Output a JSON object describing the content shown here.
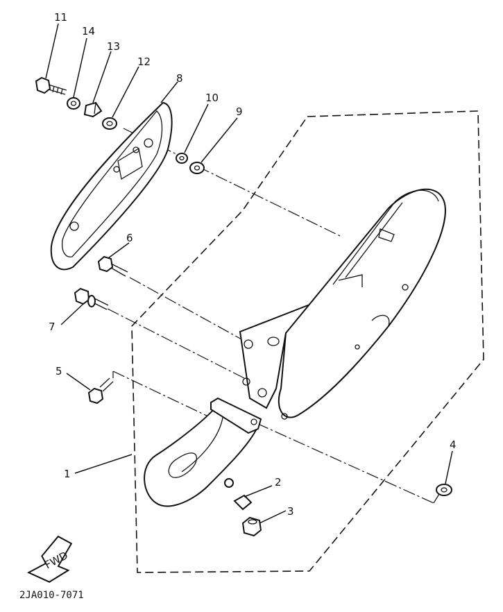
{
  "diagram_code": "2JA010-7071",
  "fwd_label": "FWD",
  "callouts": [
    "11",
    "14",
    "13",
    "12",
    "8",
    "10",
    "9",
    "6",
    "7",
    "5",
    "1",
    "2",
    "3",
    "4"
  ]
}
